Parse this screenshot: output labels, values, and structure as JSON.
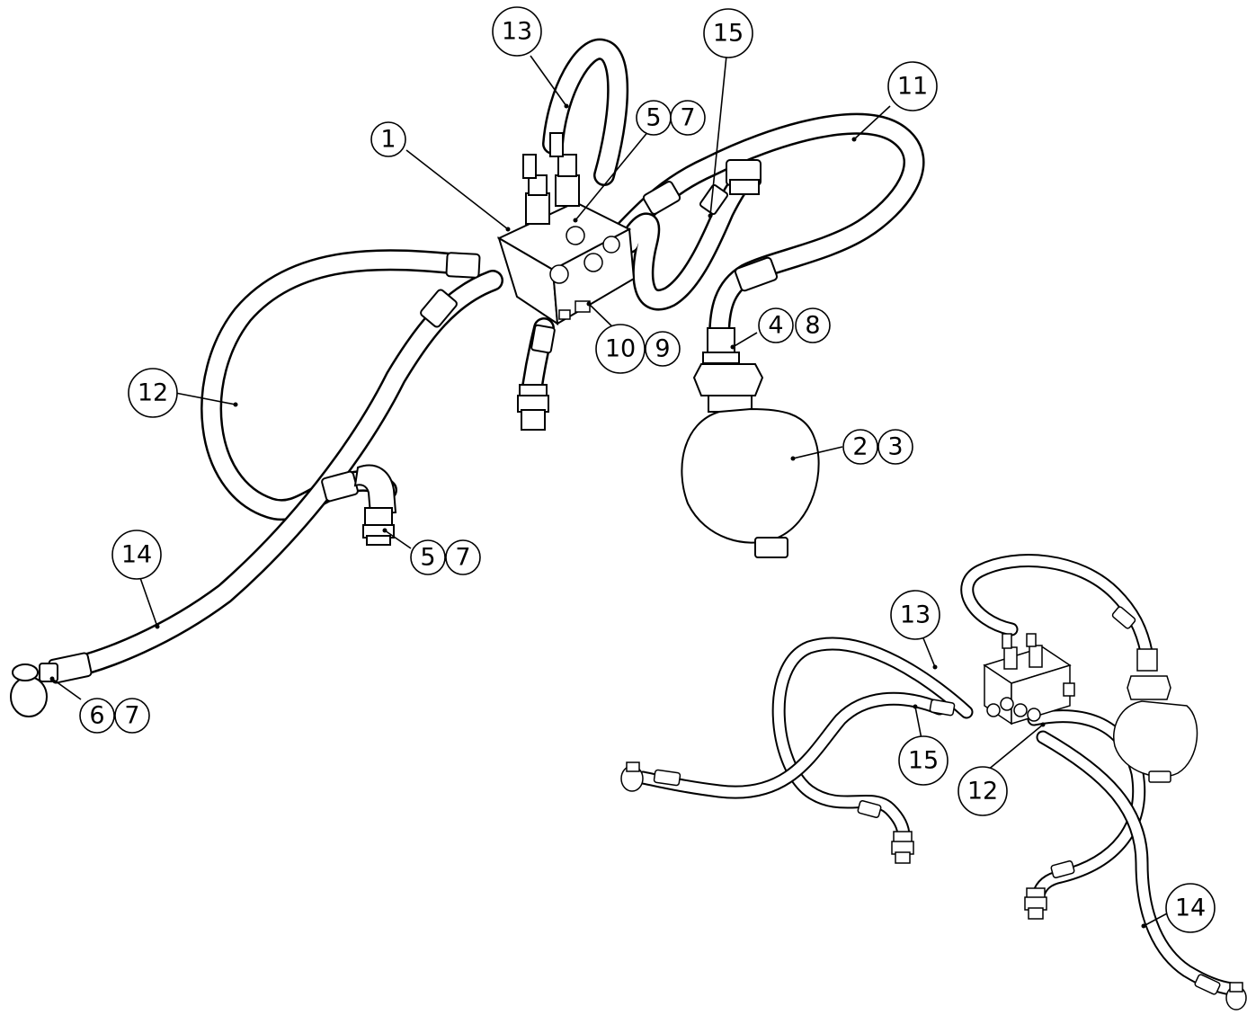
{
  "diagram": {
    "main_view": {
      "callouts": [
        {
          "id": "main-1",
          "labels": [
            "1"
          ]
        },
        {
          "id": "main-13",
          "labels": [
            "13"
          ]
        },
        {
          "id": "main-15",
          "labels": [
            "15"
          ]
        },
        {
          "id": "main-11",
          "labels": [
            "11"
          ]
        },
        {
          "id": "main-5-7-top",
          "labels": [
            "5",
            "7"
          ]
        },
        {
          "id": "main-10-9",
          "labels": [
            "10",
            "9"
          ]
        },
        {
          "id": "main-4-8",
          "labels": [
            "4",
            "8"
          ]
        },
        {
          "id": "main-2-3",
          "labels": [
            "2",
            "3"
          ]
        },
        {
          "id": "main-12",
          "labels": [
            "12"
          ]
        },
        {
          "id": "main-5-7-bottom",
          "labels": [
            "5",
            "7"
          ]
        },
        {
          "id": "main-14",
          "labels": [
            "14"
          ]
        },
        {
          "id": "main-6-7",
          "labels": [
            "6",
            "7"
          ]
        }
      ]
    },
    "secondary_view": {
      "callouts": [
        {
          "id": "sec-13",
          "labels": [
            "13"
          ]
        },
        {
          "id": "sec-15",
          "labels": [
            "15"
          ]
        },
        {
          "id": "sec-12",
          "labels": [
            "12"
          ]
        },
        {
          "id": "sec-14",
          "labels": [
            "14"
          ]
        }
      ]
    }
  }
}
